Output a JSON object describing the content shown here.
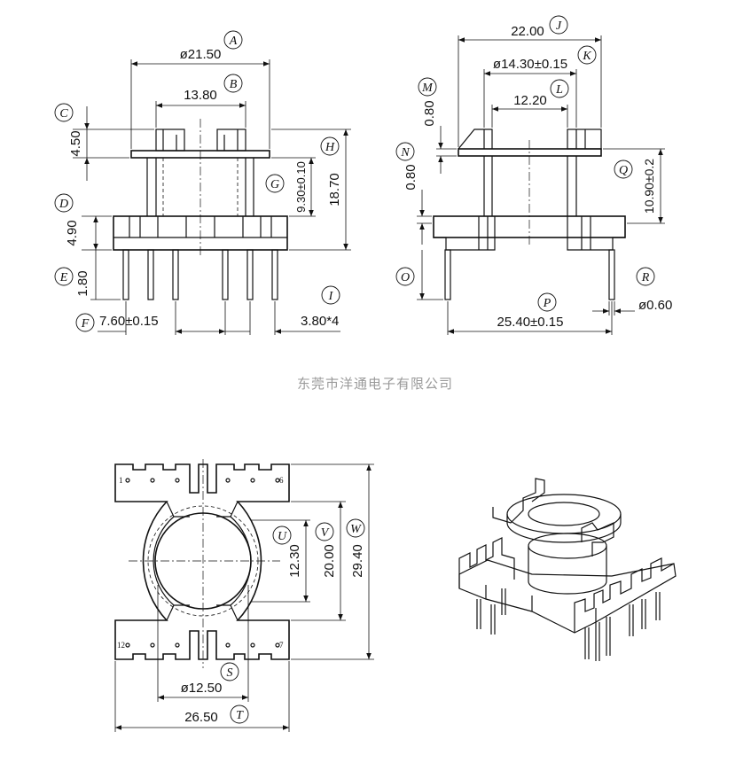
{
  "company": "东莞市洋通电子有限公司",
  "front_view": {
    "labels": {
      "A": {
        "letter": "A",
        "value": "ø21.50"
      },
      "B": {
        "letter": "B",
        "value": "13.80"
      },
      "C": {
        "letter": "C",
        "value": "4.50"
      },
      "D": {
        "letter": "D",
        "value": "4.90"
      },
      "E": {
        "letter": "E",
        "value": "1.80"
      },
      "F": {
        "letter": "F",
        "value": "7.60±0.15"
      },
      "G": {
        "letter": "G",
        "value": "9.30±0.10"
      },
      "H": {
        "letter": "H",
        "value": "18.70"
      },
      "I": {
        "letter": "I",
        "value": "3.80*4"
      }
    }
  },
  "side_view": {
    "labels": {
      "J": {
        "letter": "J",
        "value": "22.00"
      },
      "K": {
        "letter": "K",
        "value": "ø14.30±0.15"
      },
      "L": {
        "letter": "L",
        "value": "12.20"
      },
      "M": {
        "letter": "M",
        "value": "0.80"
      },
      "N": {
        "letter": "N",
        "value": "0.80"
      },
      "O": {
        "letter": "O"
      },
      "P": {
        "letter": "P",
        "value": "25.40±0.15"
      },
      "Q": {
        "letter": "Q",
        "value": "10.90±0.2"
      },
      "R": {
        "letter": "R",
        "value": "ø0.60"
      }
    }
  },
  "top_view": {
    "labels": {
      "S": {
        "letter": "S",
        "value": "ø12.50"
      },
      "T": {
        "letter": "T",
        "value": "26.50"
      },
      "U": {
        "letter": "U",
        "value": "12.30"
      },
      "V": {
        "letter": "V",
        "value": "20.00"
      },
      "W": {
        "letter": "W",
        "value": "29.40"
      }
    },
    "pins": {
      "p1": "1",
      "p6": "6",
      "p12": "12",
      "p7": "7"
    }
  }
}
